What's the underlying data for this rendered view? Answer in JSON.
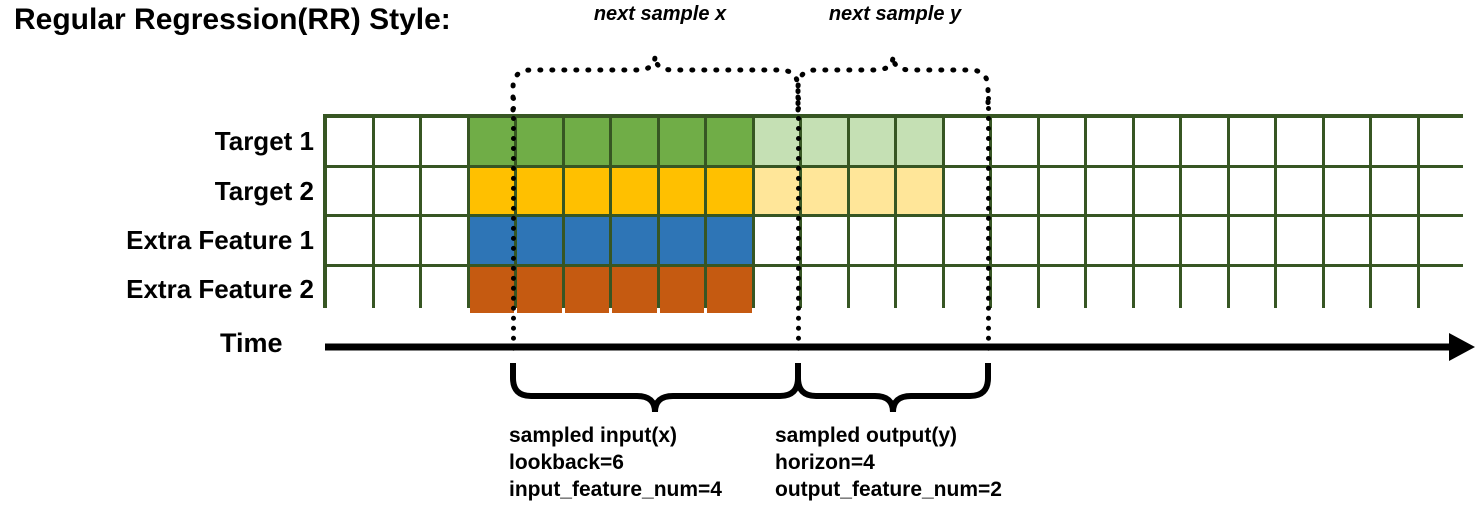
{
  "title": "Regular Regression(RR) Style:",
  "top_braces": [
    {
      "id": "next-x",
      "label": "next sample x"
    },
    {
      "id": "next-y",
      "label": "next sample y"
    }
  ],
  "row_labels": [
    "Target 1",
    "Target 2",
    "Extra Feature 1",
    "Extra Feature 2"
  ],
  "time_axis": {
    "label": "Time"
  },
  "grid": {
    "columns": 24,
    "rows": 4,
    "border_color": "#375623",
    "input_start_col": 4,
    "input_end_col": 9,
    "output_start_col": 10,
    "output_end_col": 13,
    "cells": [
      [
        "empty",
        "empty",
        "empty",
        "green",
        "green",
        "green",
        "green",
        "green",
        "green",
        "green-l",
        "green-l",
        "green-l",
        "green-l",
        "empty",
        "empty",
        "empty",
        "empty",
        "empty",
        "empty",
        "empty",
        "empty",
        "empty",
        "empty",
        "empty"
      ],
      [
        "empty",
        "empty",
        "empty",
        "gold",
        "gold",
        "gold",
        "gold",
        "gold",
        "gold",
        "gold-l",
        "gold-l",
        "gold-l",
        "gold-l",
        "empty",
        "empty",
        "empty",
        "empty",
        "empty",
        "empty",
        "empty",
        "empty",
        "empty",
        "empty",
        "empty"
      ],
      [
        "empty",
        "empty",
        "empty",
        "blue",
        "blue",
        "blue",
        "blue",
        "blue",
        "blue",
        "empty",
        "empty",
        "empty",
        "empty",
        "empty",
        "empty",
        "empty",
        "empty",
        "empty",
        "empty",
        "empty",
        "empty",
        "empty",
        "empty",
        "empty"
      ],
      [
        "empty",
        "empty",
        "empty",
        "orange",
        "orange",
        "orange",
        "orange",
        "orange",
        "orange",
        "empty",
        "empty",
        "empty",
        "empty",
        "empty",
        "empty",
        "empty",
        "empty",
        "empty",
        "empty",
        "empty",
        "empty",
        "empty",
        "empty",
        "empty"
      ]
    ]
  },
  "colors": {
    "target1": "#70ad47",
    "target1_light": "#c5e0b4",
    "target2": "#ffc000",
    "target2_light": "#ffe699",
    "extra1": "#2e75b6",
    "extra2": "#c55a11",
    "grid_border": "#375623",
    "line": "#000000"
  },
  "bottom_annotations": [
    {
      "id": "sampled-input",
      "lines": [
        "sampled input(x)",
        "lookback=6",
        "input_feature_num=4"
      ]
    },
    {
      "id": "sampled-output",
      "lines": [
        "sampled output(y)",
        "horizon=4",
        "output_feature_num=2"
      ]
    }
  ]
}
